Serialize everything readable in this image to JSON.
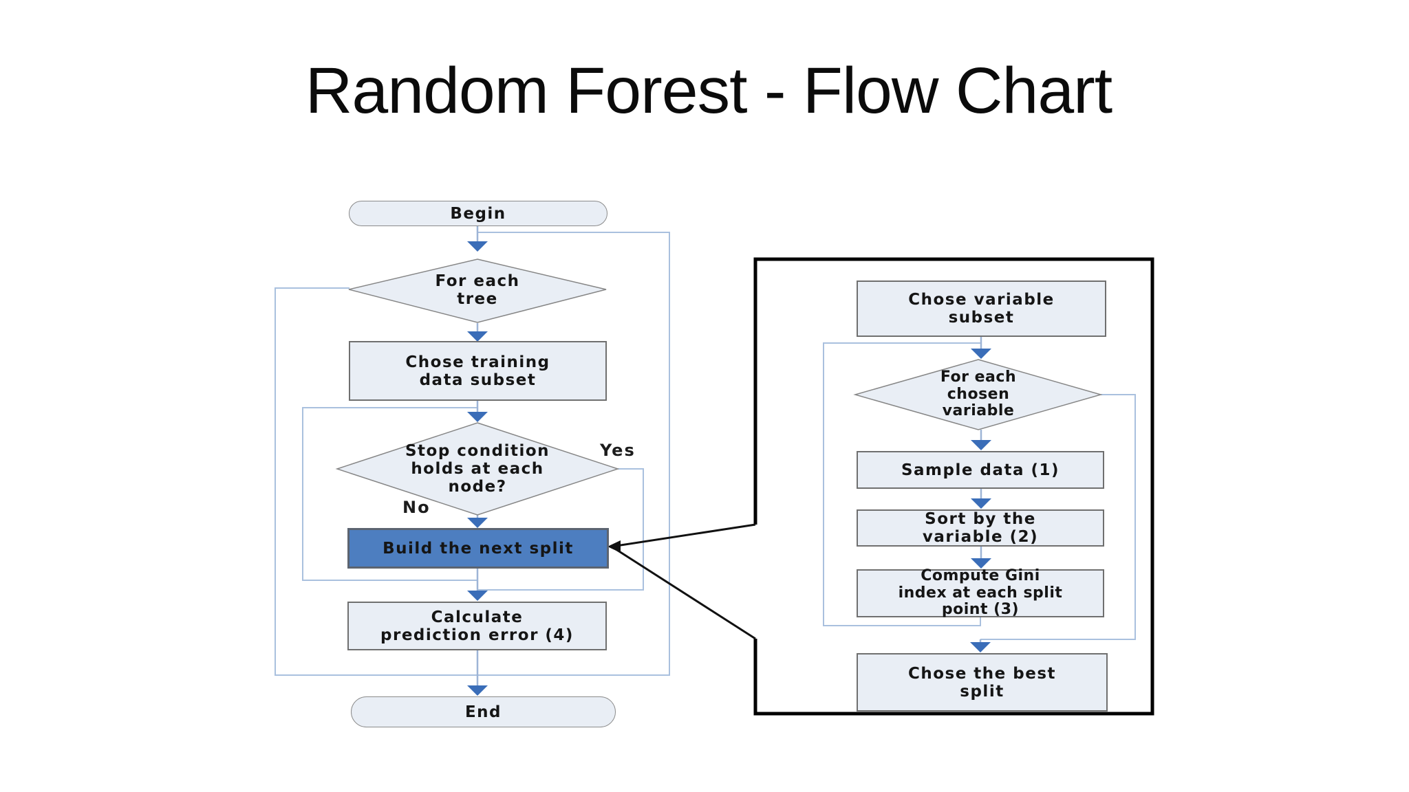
{
  "slide": {
    "title": "Random Forest - Flow Chart"
  },
  "main_flow": {
    "begin": {
      "label": "Begin"
    },
    "for_each_tree": {
      "lines": [
        "For each",
        "tree"
      ]
    },
    "chose_training": {
      "lines": [
        "Chose training",
        "data subset"
      ]
    },
    "stop_condition": {
      "lines": [
        "Stop condition",
        "holds at each",
        "node?"
      ]
    },
    "branch_yes": {
      "label": "Yes"
    },
    "branch_no": {
      "label": "No"
    },
    "build_split": {
      "label": "Build the next split"
    },
    "calc_error": {
      "lines": [
        "Calculate",
        "prediction error (4)"
      ]
    },
    "end": {
      "label": "End"
    }
  },
  "detail_flow": {
    "chose_variable": {
      "lines": [
        "Chose variable",
        "subset"
      ]
    },
    "for_each_chosen": {
      "lines": [
        "For each",
        "chosen",
        "variable"
      ]
    },
    "sample_data": {
      "label": "Sample data (1)"
    },
    "sort_variable": {
      "lines": [
        "Sort by the",
        "variable (2)"
      ]
    },
    "compute_gini": {
      "lines": [
        "Compute Gini",
        "index at each split",
        "point (3)"
      ]
    },
    "chose_best": {
      "lines": [
        "Chose the best",
        "split"
      ]
    }
  },
  "colors": {
    "node_fill": "#e9eef5",
    "node_border": "#6f6f6f",
    "shape_outline": "#868686",
    "highlight_fill": "#4d7ec0",
    "arrow_head": "#3a6db8",
    "connector": "#9db4d6",
    "loop_line": "#a9c0de",
    "panel_border": "#000000",
    "text": "#151515",
    "background": "#ffffff"
  }
}
